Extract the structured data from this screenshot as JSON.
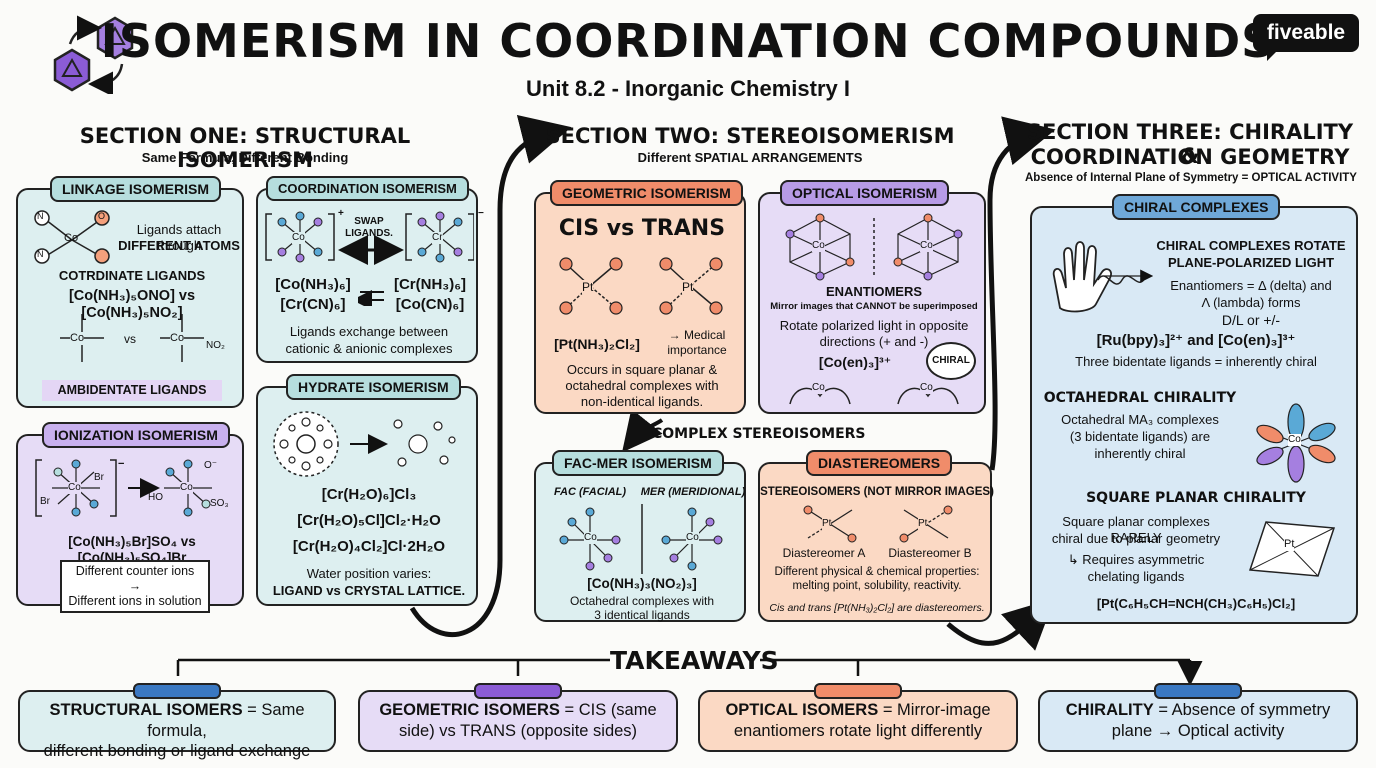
{
  "header": {
    "title": "ISOMERISM IN COORDINATION COMPOUNDS",
    "subtitle": "Unit 8.2 - Inorganic Chemistry I",
    "logo": "fiveable"
  },
  "section_one": {
    "title": "SECTION ONE: STRUCTURAL ISOMERISM",
    "subtitle": "Same Formula, Different Bonding",
    "linkage": {
      "tag": "LINKAGE ISOMERISM",
      "desc_line1": "Ligands attach through",
      "desc_line2": "DIFFERENT ATOMS",
      "label": "COTRDINATE LIGANDS",
      "formula": "[Co(NH₃)₅ONO] vs [Co(NH₃)₅NO₂]",
      "vs": "vs",
      "footer": "AMBIDENTATE LIGANDS",
      "atoms": {
        "n": "N",
        "o": "O",
        "co": "Co",
        "minus": "-",
        "no2": "NO₂"
      }
    },
    "coordination": {
      "tag": "COORDINATION ISOMERISM",
      "swap_line1": "SWAP",
      "swap_line2": "LIGANDS.",
      "formula_left1": "[Co(NH₃)₆]",
      "formula_left2": "[Cr(CN)₆]",
      "formula_right1": "[Cr(NH₃)₆]",
      "formula_right2": "[Co(CN)₆]",
      "desc_line1": "Ligands exchange between",
      "desc_line2": "cationic & anionic complexes",
      "atoms": {
        "co": "Co",
        "cr": "Cr",
        "plus": "+",
        "minus": "−"
      }
    },
    "hydrate": {
      "tag": "HYDRATE ISOMERISM",
      "f1": "[Cr(H₂O)₆]Cl₃",
      "f2": "[Cr(H₂O)₅Cl]Cl₂·H₂O",
      "f3": "[Cr(H₂O)₄Cl₂]Cl·2H₂O",
      "desc_line1": "Water position varies:",
      "desc_line2": "LIGAND vs CRYSTAL LATTICE."
    },
    "ionization": {
      "tag": "IONIZATION ISOMERISM",
      "formula": "[Co(NH₃)₅Br]SO₄ vs [Co(NH₃)₅SO₄]Br",
      "note_line1": "Different counter ions →",
      "note_line2": "Different ions in solution",
      "atoms": {
        "br": "Br",
        "co": "Co",
        "ho": "HO",
        "so3": "SO₃",
        "ominus": "O⁻",
        "minus": "−"
      }
    }
  },
  "section_two": {
    "title": "SECTION TWO: STEREOISOMERISM",
    "subtitle": "Different SPATIAL ARRANGEMENTS",
    "geometric": {
      "tag": "GEOMETRIC ISOMERISM",
      "heading": "CIS vs TRANS",
      "formula": "[Pt(NH₃)₂Cl₂]",
      "arrow_note_line1": "→ Medical",
      "arrow_note_line2": "importance",
      "desc_line1": "Occurs in square planar &",
      "desc_line2": "octahedral complexes with",
      "desc_line3": "non-identical ligands.",
      "atom": "Pt"
    },
    "optical": {
      "tag": "OPTICAL ISOMERISM",
      "label": "ENANTIOMERS",
      "desc1": "Mirror images that CANNOT be superimposed",
      "desc2_line1": "Rotate polarized light in opposite",
      "desc2_line2": "directions (+ and -)",
      "formula": "[Co(en)₃]³⁺",
      "badge": "CHIRAL",
      "atom": "Co"
    },
    "complex_label": "COMPLEX STEREOISOMERS",
    "facmer": {
      "tag": "FAC-MER ISOMERISM",
      "fac": "FAC (FACIAL)",
      "mer": "MER (MERIDIONAL)",
      "formula": "[Co(NH₃)₃(NO₂)₃]",
      "desc_line1": "Octahedral complexes with",
      "desc_line2": "3 identical ligands",
      "atom": "Co"
    },
    "diastereomers": {
      "tag": "DIASTEREOMERS",
      "heading": "STEREOISOMERS (NOT MIRROR IMAGES)",
      "label_a": "Diastereomer A",
      "label_b": "Diastereomer B",
      "desc_line1": "Different physical & chemical properties:",
      "desc_line2": "melting point, solubility, reactivity.",
      "note": "Cis and trans [Pt(NH₃)₂Cl₂] are diastereomers.",
      "atom": "Pt"
    }
  },
  "section_three": {
    "title_line1": "SECTION THREE: CHIRALITY &",
    "title_line2": "COORDINATION GEOMETRY",
    "subtitle": "Absence of Internal Plane of Symmetry = OPTICAL ACTIVITY",
    "tag": "CHIRAL COMPLEXES",
    "rotate_line1": "CHIRAL COMPLEXES ROTATE",
    "rotate_line2": "PLANE-POLARIZED LIGHT",
    "enant_line1": "Enantiomers = Δ (delta) and",
    "enant_line2": "Λ (lambda) forms",
    "enant_line3": "D/L or +/-",
    "example": "[Ru(bpy)₃]²⁺ and [Co(en)₃]³⁺",
    "example_note": "Three bidentate ligands = inherently chiral",
    "oct_title": "OCTAHEDRAL CHIRALITY",
    "oct_line1": "Octahedral MA₃ complexes",
    "oct_line2": "(3 bidentate ligands) are",
    "oct_line3": "inherently chiral",
    "sq_title": "SQUARE PLANAR CHIRALITY",
    "sq_line1": "Square planar complexes RARELY",
    "sq_line2": "chiral due to planar geometry",
    "sq_line3": "↳ Requires asymmetric",
    "sq_line4": "chelating ligands",
    "sq_formula": "[Pt(C₆H₅CH=NCH(CH₃)C₆H₅)Cl₂]",
    "atoms": {
      "co": "Co",
      "pt": "Pt"
    }
  },
  "takeaways": {
    "title": "TAKEAWAYS",
    "items": [
      {
        "bold": "STRUCTURAL ISOMERS",
        "rest1": " = Same formula,",
        "rest2": "different bonding or ligand exchange"
      },
      {
        "bold": "GEOMETRIC ISOMERS",
        "rest1": " = CIS (same",
        "rest2": "side) vs TRANS (opposite sides)"
      },
      {
        "bold": "OPTICAL ISOMERS",
        "rest1": " = Mirror-image",
        "rest2": "enantiomers rotate light differently"
      },
      {
        "bold": "CHIRALITY",
        "rest1": " = Absence of symmetry",
        "rest2": "plane → Optical activity"
      }
    ]
  },
  "colors": {
    "teal": "#ddeff0",
    "purple": "#e6dcf6",
    "orange": "#fbd9c4",
    "blue": "#d9e9f5",
    "accent_orange": "#f08c6a",
    "accent_purple": "#8b5cd6",
    "accent_blue": "#3a78c2"
  }
}
